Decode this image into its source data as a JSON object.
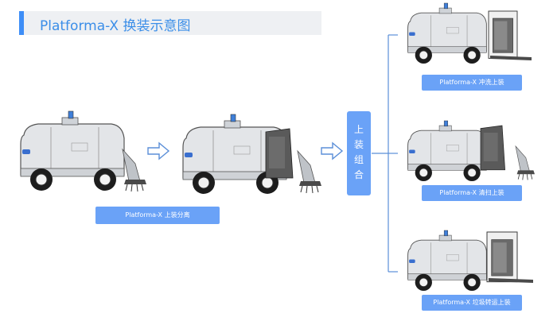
{
  "title": "Platforma-X 换装示意图",
  "labels": {
    "separation": "Platforma-X 上装分离",
    "flush": "Platforma-X 冲洗上装",
    "sweep": "Platforma-X 清扫上装",
    "garbage": "Platforma-X 垃圾转运上装"
  },
  "combine": {
    "chars": [
      "上",
      "装",
      "组",
      "合"
    ]
  },
  "colors": {
    "accent": "#3e8ef7",
    "label_bg": "#6aa2f7",
    "vehicle_body": "#dfe2e5",
    "module_dark": "#5a5a5a"
  }
}
